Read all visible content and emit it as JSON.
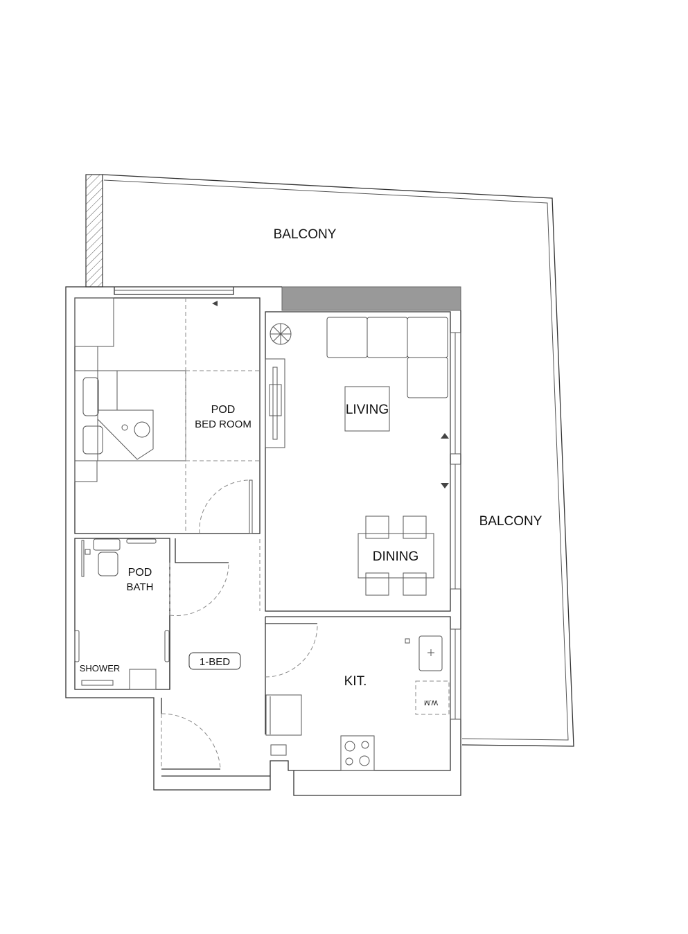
{
  "plan": {
    "rooms": {
      "balcony_top": "BALCONY",
      "balcony_right": "BALCONY",
      "bedroom_line1": "POD",
      "bedroom_line2": "BED ROOM",
      "living": "LIVING",
      "dining": "DINING",
      "bath_line1": "POD",
      "bath_line2": "BATH",
      "shower": "SHOWER",
      "kitchen": "KIT.",
      "washing_machine": "W.M"
    },
    "unit_type": "1-BED",
    "colors": {
      "wall": "#333333",
      "band": "#999999"
    }
  }
}
